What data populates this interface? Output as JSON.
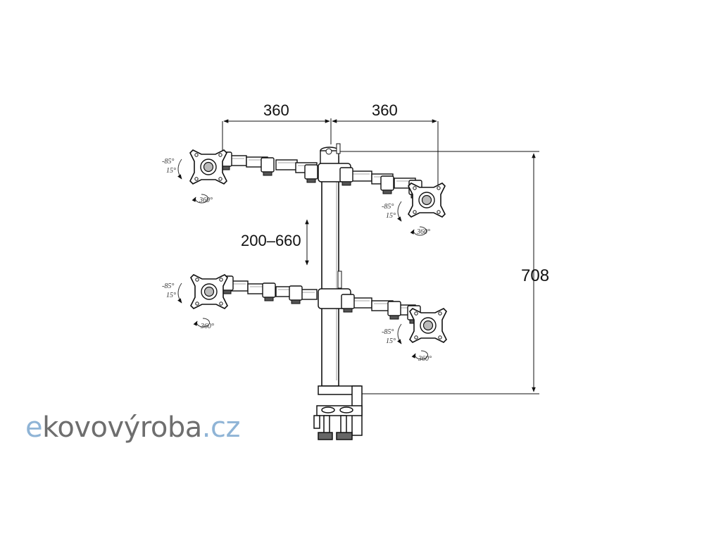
{
  "dimensions": {
    "arm_left": "360",
    "arm_right": "360",
    "height_adjust": "200–660",
    "total_height": "708"
  },
  "tilt_labels": {
    "tilt_up": "-85°",
    "tilt_down": "15°",
    "rotation": "360°"
  },
  "logo": {
    "prefix": "e",
    "main": "kovovýroba",
    "tld": ".cz"
  },
  "colors": {
    "line": "#111111",
    "logo_accent": "#8fb4d6",
    "logo_gray": "#6e6e6e"
  }
}
